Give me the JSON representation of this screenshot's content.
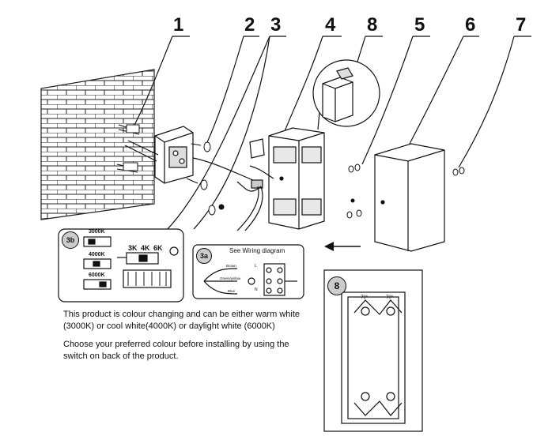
{
  "callouts": {
    "n1": "1",
    "n2": "2",
    "n3": "3",
    "n4": "4",
    "n8": "8",
    "n5": "5",
    "n6": "6",
    "n7": "7"
  },
  "inset_3b": {
    "badge": "3b",
    "labels": [
      "3000K",
      "4000K",
      "6000K"
    ],
    "switch_labels": [
      "3K",
      "4K",
      "6K"
    ]
  },
  "inset_3a": {
    "badge": "3a",
    "title": "See Wiring diagram",
    "wires": [
      "Brown",
      "Green/yellow",
      "Blue"
    ],
    "terminals": [
      "L",
      "N"
    ]
  },
  "inset_8": {
    "badge": "8",
    "angles": [
      "70°",
      "70°"
    ]
  },
  "description": {
    "line1": "This product is colour changing and can be either warm white",
    "line2": "(3000K) or cool white(4000K) or daylight white (6000K)",
    "line3": "Choose your preferred colour before installing by using the",
    "line4": "switch on back of the product."
  }
}
